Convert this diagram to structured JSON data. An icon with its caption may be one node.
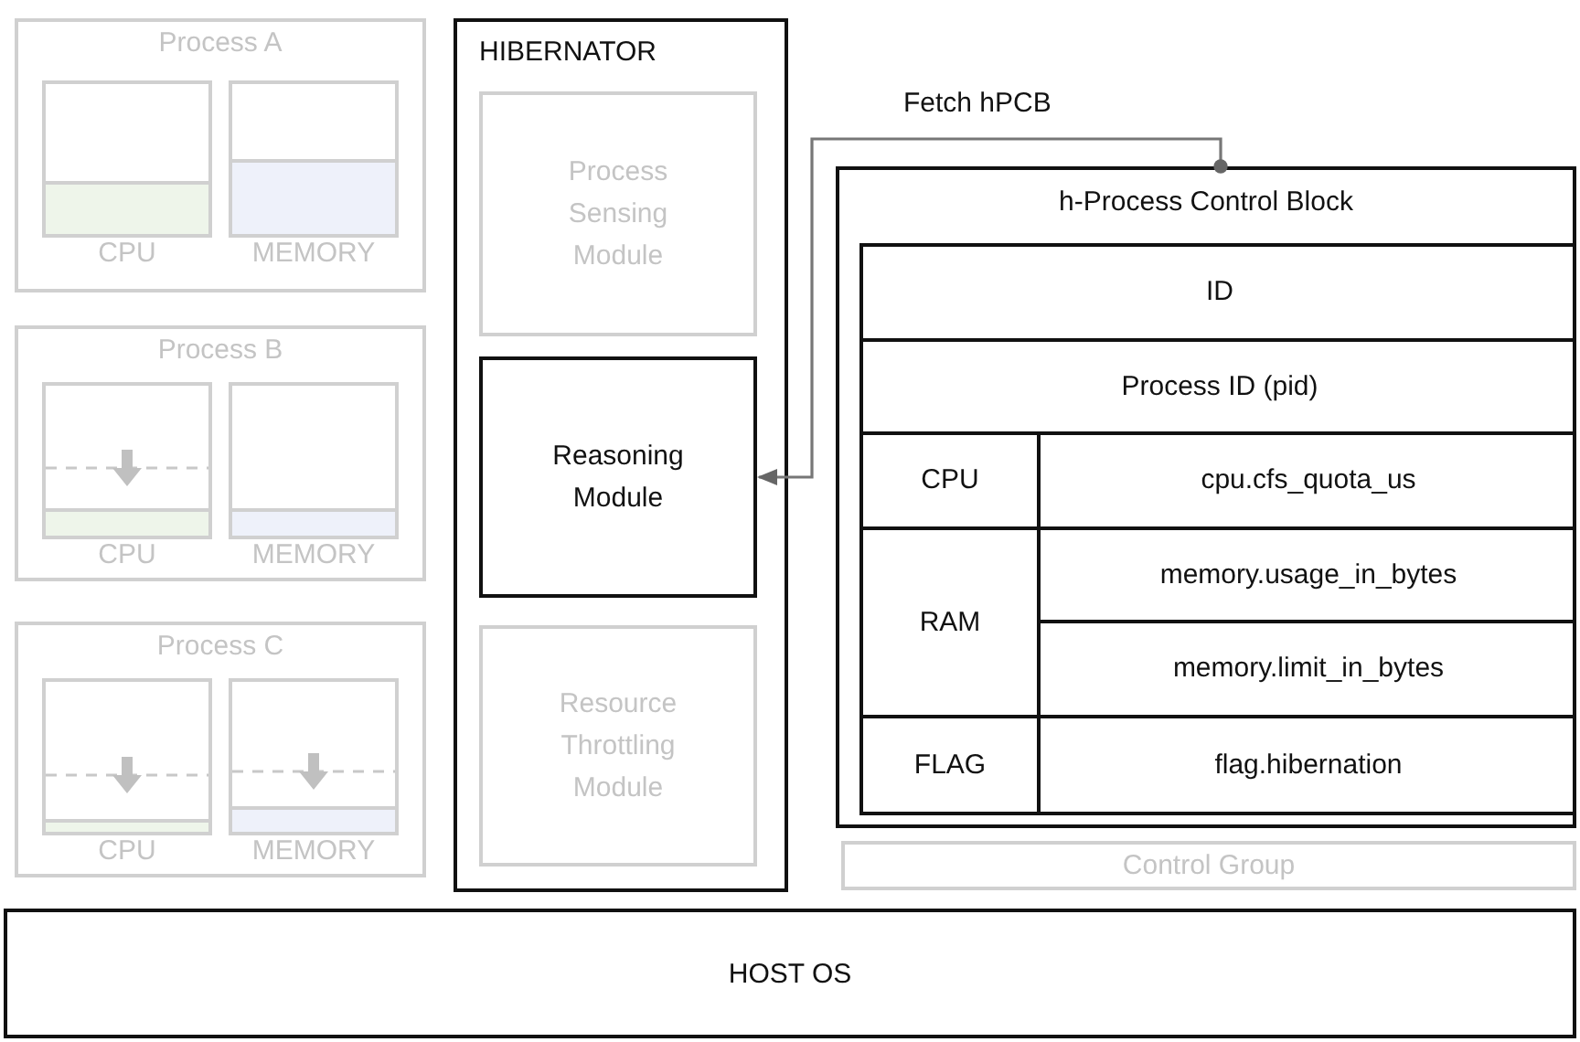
{
  "diagram": {
    "nodes": [
      {
        "text": [
          "Process A"
        ]
      },
      {
        "text": [],
        "shape": "box",
        "in": 0,
        "beside": [
          "CPU"
        ]
      },
      {
        "text": [],
        "shape": "box",
        "in": 0,
        "beside": [
          "MEMORY"
        ]
      },
      {
        "text": [
          "Process B"
        ]
      },
      {
        "text": [],
        "shape": "box",
        "in": 3,
        "beside": [
          "CPU"
        ]
      },
      {
        "text": [],
        "shape": "box",
        "in": 3,
        "beside": [
          "MEMORY"
        ]
      },
      {
        "text": [
          "Process C"
        ]
      },
      {
        "text": [],
        "shape": "box",
        "in": 6,
        "beside": [
          "CPU"
        ]
      },
      {
        "text": [],
        "shape": "box",
        "in": 6,
        "beside": [
          "MEMORY"
        ]
      },
      {
        "text": [
          "HIBERNATOR"
        ]
      },
      {
        "text": [
          "Process Sensing Module"
        ],
        "in": 9
      },
      {
        "text": [
          "Reasoning Module"
        ],
        "in": 9
      },
      {
        "text": [
          "Resource Throttling Module"
        ],
        "in": 9
      },
      {
        "text": [
          "h-Process Control Block"
        ]
      },
      {
        "text": [
          "Control Group"
        ]
      },
      {
        "text": [
          "HOST OS"
        ]
      }
    ],
    "edges": [
      {
        "from": 13,
        "to": 11,
        "arrow": "to",
        "label": "Fetch hPCB"
      }
    ],
    "labels": [
      "ID",
      "Process ID (pid)",
      "CPU",
      "cpu.cfs_quota_us",
      "RAM",
      "memory.usage_in_bytes",
      "memory.limit_in_bytes",
      "FLAG",
      "flag.hibernation"
    ]
  }
}
